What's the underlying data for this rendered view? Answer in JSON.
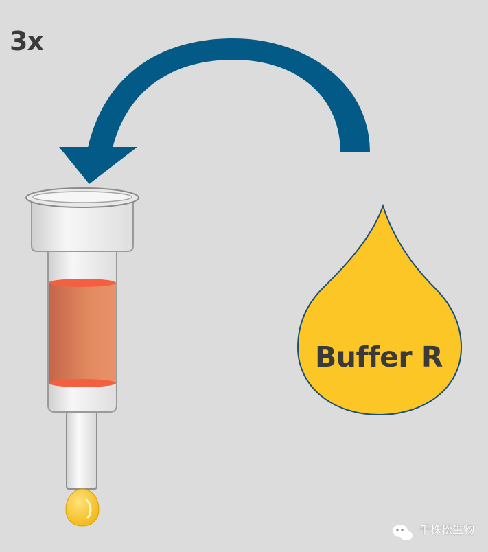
{
  "repeat_label": "3x",
  "drop_label": "Buffer R",
  "watermark": {
    "text": "千株松生物",
    "icon": "wechat-icon"
  },
  "colors": {
    "background": "#dcdcdc",
    "arrow": "#045a86",
    "buffer_drop": "#fcc726",
    "buffer_drop_outline": "#1d4f74",
    "column_body": "#ececec",
    "column_outline": "#9a9a9a",
    "resin": "#e0835a",
    "resin_edge": "#f25a3a",
    "eluate_drop": "#f3c21f"
  }
}
